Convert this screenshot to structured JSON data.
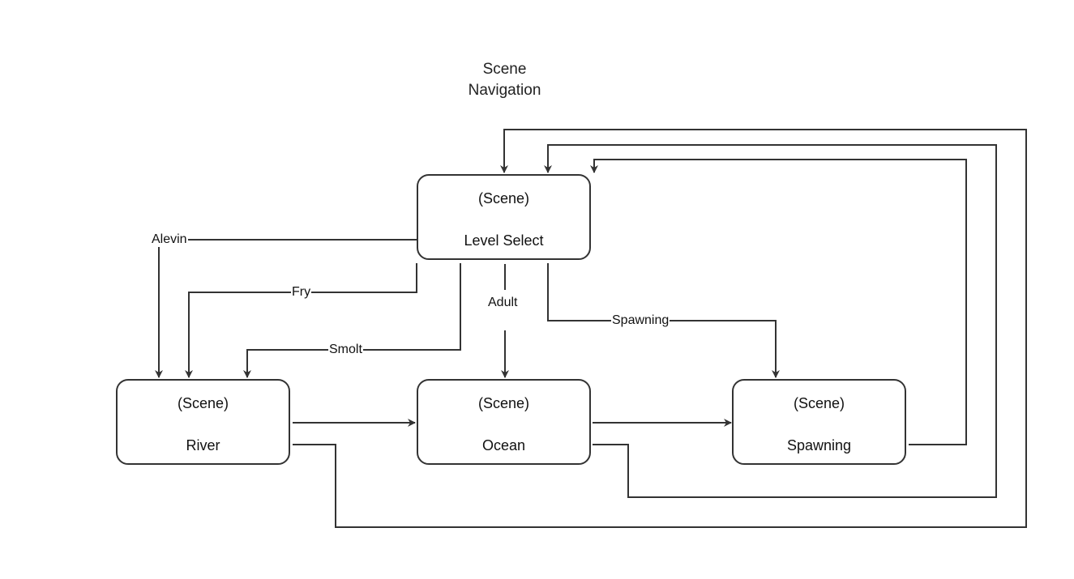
{
  "title_lines": [
    "Scene",
    "Navigation"
  ],
  "colors": {
    "stroke": "#333333",
    "background": "#ffffff"
  },
  "nodes": {
    "level_select": {
      "kind": "(Scene)",
      "label": "Level Select"
    },
    "river": {
      "kind": "(Scene)",
      "label": "River"
    },
    "ocean": {
      "kind": "(Scene)",
      "label": "Ocean"
    },
    "spawning": {
      "kind": "(Scene)",
      "label": "Spawning"
    }
  },
  "edges": {
    "alevin": {
      "from": "level_select",
      "to": "river",
      "label": "Alevin"
    },
    "fry": {
      "from": "level_select",
      "to": "river",
      "label": "Fry"
    },
    "smolt": {
      "from": "level_select",
      "to": "river",
      "label": "Smolt"
    },
    "adult": {
      "from": "level_select",
      "to": "ocean",
      "label": "Adult"
    },
    "spawning": {
      "from": "level_select",
      "to": "spawning",
      "label": "Spawning"
    },
    "river_to_ocean": {
      "from": "river",
      "to": "ocean",
      "label": ""
    },
    "ocean_to_spawning": {
      "from": "ocean",
      "to": "spawning",
      "label": ""
    },
    "river_return": {
      "from": "river",
      "to": "level_select",
      "label": ""
    },
    "ocean_return": {
      "from": "ocean",
      "to": "level_select",
      "label": ""
    },
    "spawning_return": {
      "from": "spawning",
      "to": "level_select",
      "label": ""
    }
  }
}
